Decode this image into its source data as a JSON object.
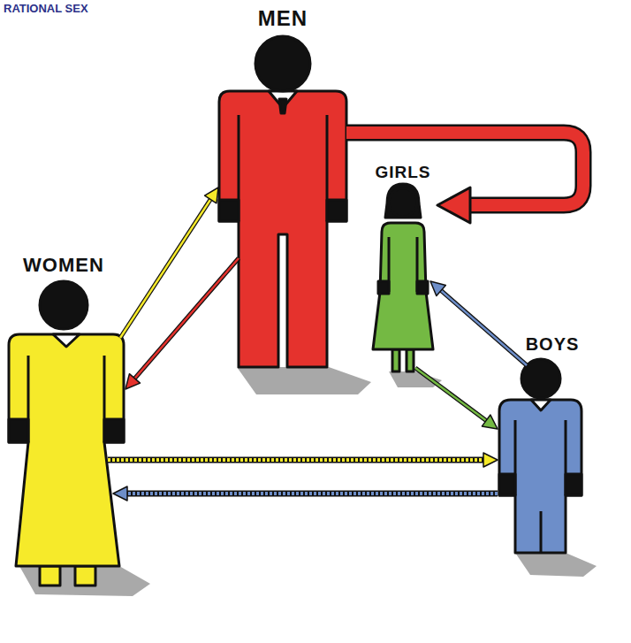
{
  "diagram": {
    "title": "RATIONAL SEX",
    "nodes": [
      {
        "text": [
          "MEN"
        ]
      },
      {
        "text": [
          "GIRLS"
        ]
      },
      {
        "text": [
          "WOMEN"
        ]
      },
      {
        "text": [
          "BOYS"
        ]
      }
    ],
    "edges": [
      {
        "from": 2,
        "to": 0,
        "arrow": "to"
      },
      {
        "from": 0,
        "to": 2,
        "arrow": "to"
      },
      {
        "from": 0,
        "to": 1,
        "arrow": "to"
      },
      {
        "from": 3,
        "to": 1,
        "arrow": "to"
      },
      {
        "from": 1,
        "to": 3,
        "arrow": "to"
      },
      {
        "from": 2,
        "to": 3,
        "arrow": "to"
      },
      {
        "from": 3,
        "to": 2,
        "arrow": "to"
      }
    ]
  }
}
